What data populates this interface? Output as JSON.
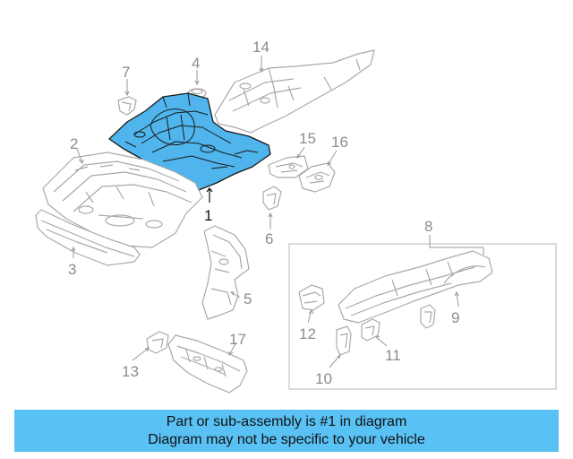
{
  "callouts": {
    "c1": "1",
    "c2": "2",
    "c3": "3",
    "c4": "4",
    "c5": "5",
    "c6": "6",
    "c7": "7",
    "c8": "8",
    "c9": "9",
    "c10": "10",
    "c11": "11",
    "c12": "12",
    "c13": "13",
    "c14": "14",
    "c15": "15",
    "c16": "16",
    "c17": "17"
  },
  "highlighted_part": "1",
  "colors": {
    "highlight_fill": "#4fb5ec",
    "banner_background": "#59c1f4",
    "part_outline": "#a9a9a9"
  },
  "banner": {
    "line1": "Part or sub-assembly is #1 in diagram",
    "line2": "Diagram may not be specific to your vehicle"
  }
}
